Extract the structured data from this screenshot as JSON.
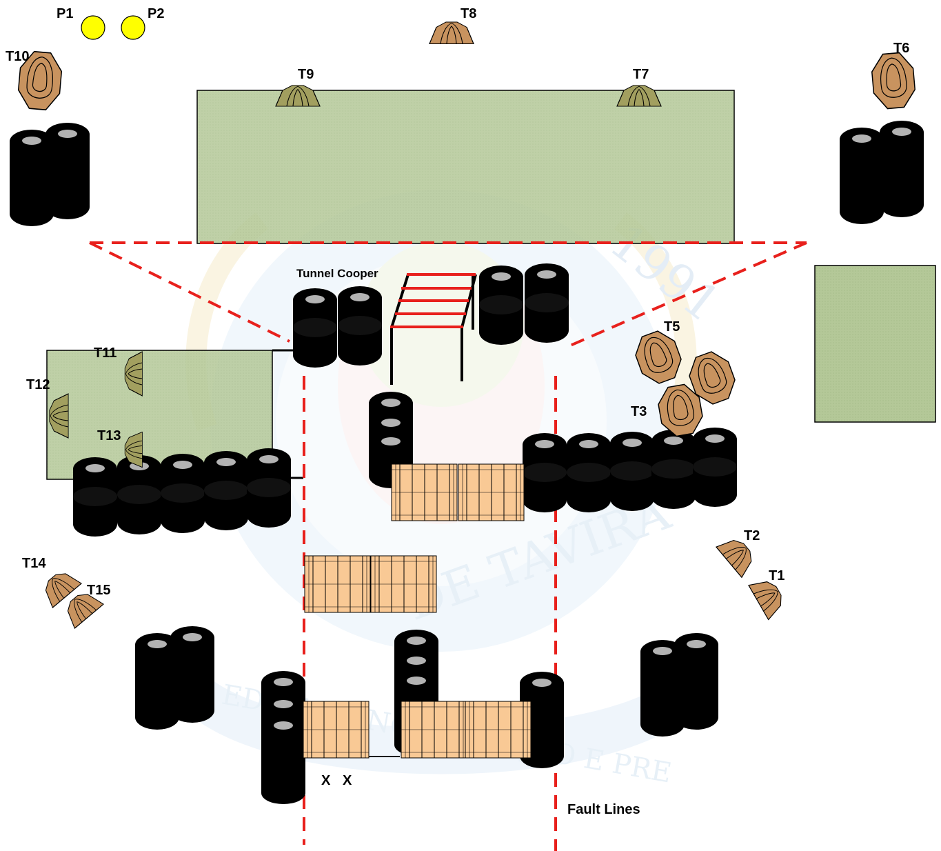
{
  "labels": {
    "P1": "P1",
    "P2": "P2",
    "T1": "T1",
    "T2": "T2",
    "T3": "T3",
    "T5": "T5",
    "T6": "T6",
    "T7": "T7",
    "T8": "T8",
    "T9": "T9",
    "T10": "T10",
    "T11": "T11",
    "T12": "T12",
    "T13": "T13",
    "T14": "T14",
    "T15": "T15",
    "tunnel": "Tunnel Cooper",
    "fault": "Fault Lines",
    "x1": "X",
    "x2": "X"
  },
  "watermark": {
    "year": "1991",
    "name": "DE TAVIRA",
    "motto": "EDICA   CONCENTRAÇÃO E PRE"
  },
  "colors": {
    "panel": "#b4c898",
    "panel_border": "#000000",
    "fault_line": "#e8201c",
    "tire": "#000000",
    "tire_top": "#b3b3b3",
    "pallet": "#f9c995",
    "target": "#c8935f",
    "popper": "#ffff00",
    "ladder": "#e8201c"
  },
  "icons": [
    "tire-stack-icon",
    "pallet-icon",
    "steel-target-icon",
    "popper-icon",
    "barricade-wall-icon",
    "tunnel-frame-icon"
  ]
}
